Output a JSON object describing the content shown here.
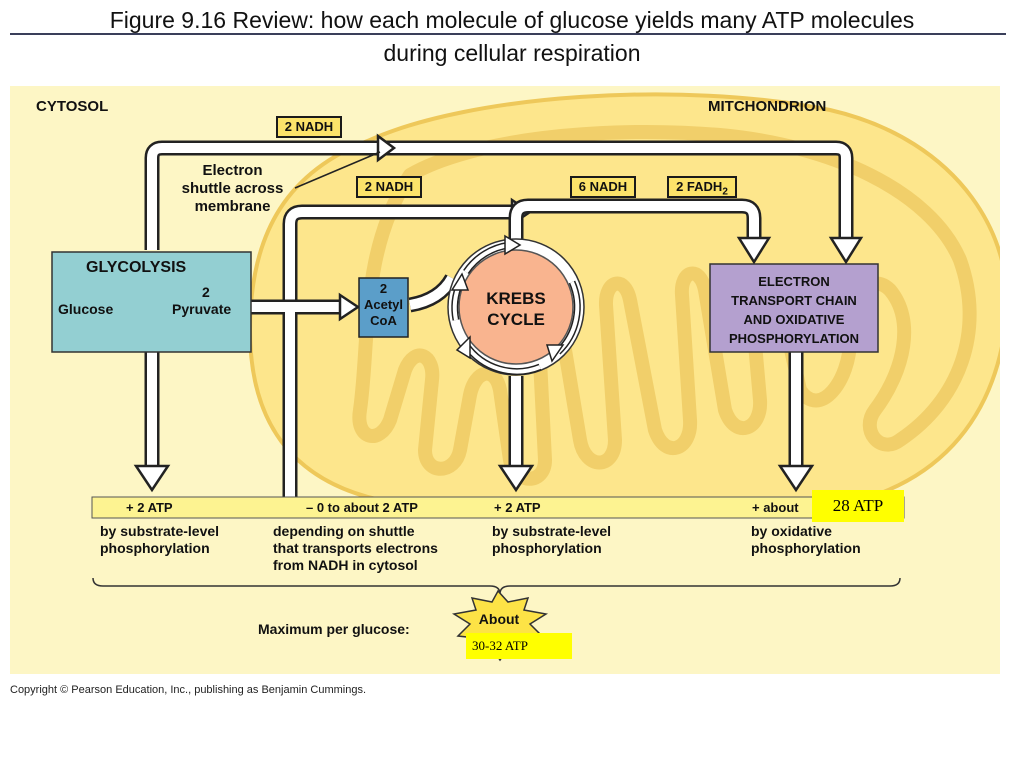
{
  "title": {
    "line1": "Figure 9.16  Review: how each molecule of glucose yields many ATP molecules",
    "line2": "during cellular respiration"
  },
  "regions": {
    "cytosol": "CYTOSOL",
    "mitochondrion": "MITCHONDRION"
  },
  "shuttle_label": [
    "Electron",
    "shuttle across",
    "membrane"
  ],
  "carriers": {
    "nadh_top": "2 NADH",
    "nadh_mid": "2 NADH",
    "nadh_krebs": "6 NADH",
    "fadh2_prefix": "2 FADH",
    "fadh2_sub": "2"
  },
  "glycolysis": {
    "title": "GLYCOLYSIS",
    "input": "Glucose",
    "count": "2",
    "output": "Pyruvate"
  },
  "acetyl_coa": {
    "count": "2",
    "line1": "Acetyl",
    "line2": "CoA"
  },
  "krebs": {
    "line1": "KREBS",
    "line2": "CYCLE"
  },
  "etc": {
    "line1": "ELECTRON",
    "line2": "TRANSPORT CHAIN",
    "line3": "AND OXIDATIVE",
    "line4": "PHOSPHORYLATION"
  },
  "atp_bar": {
    "glycolysis": "+ 2 ATP",
    "shuttle": "– 0 to about 2 ATP",
    "krebs": "+ 2 ATP",
    "oxidative_prefix": "+ about",
    "oxidative_overlay": "28 ATP"
  },
  "atp_notes": {
    "glycolysis": [
      "by substrate-level",
      "phosphorylation"
    ],
    "shuttle": [
      "depending on shuttle",
      "that transports electrons",
      "from NADH in cytosol"
    ],
    "krebs": [
      "by substrate-level",
      "phosphorylation"
    ],
    "oxidative": [
      "by oxidative",
      "phosphorylation"
    ]
  },
  "maximum": {
    "label": "Maximum per glucose:",
    "burst_text": "About",
    "overlay": "30-32 ATP"
  },
  "copyright": "Copyright © Pearson Education, Inc., publishing as Benjamin Cummings.",
  "colors": {
    "panel": "#fdf6c5",
    "mitochondrion": "#fde68c",
    "carrier_tag": "#fce36a",
    "glycolysis_box": "#93cfd2",
    "acetyl_box": "#5b9ec9",
    "krebs_circle": "#f9b48f",
    "etc_box": "#b4a0cf",
    "atp_bar": "#fdf391",
    "overlay": "#ffff00"
  }
}
